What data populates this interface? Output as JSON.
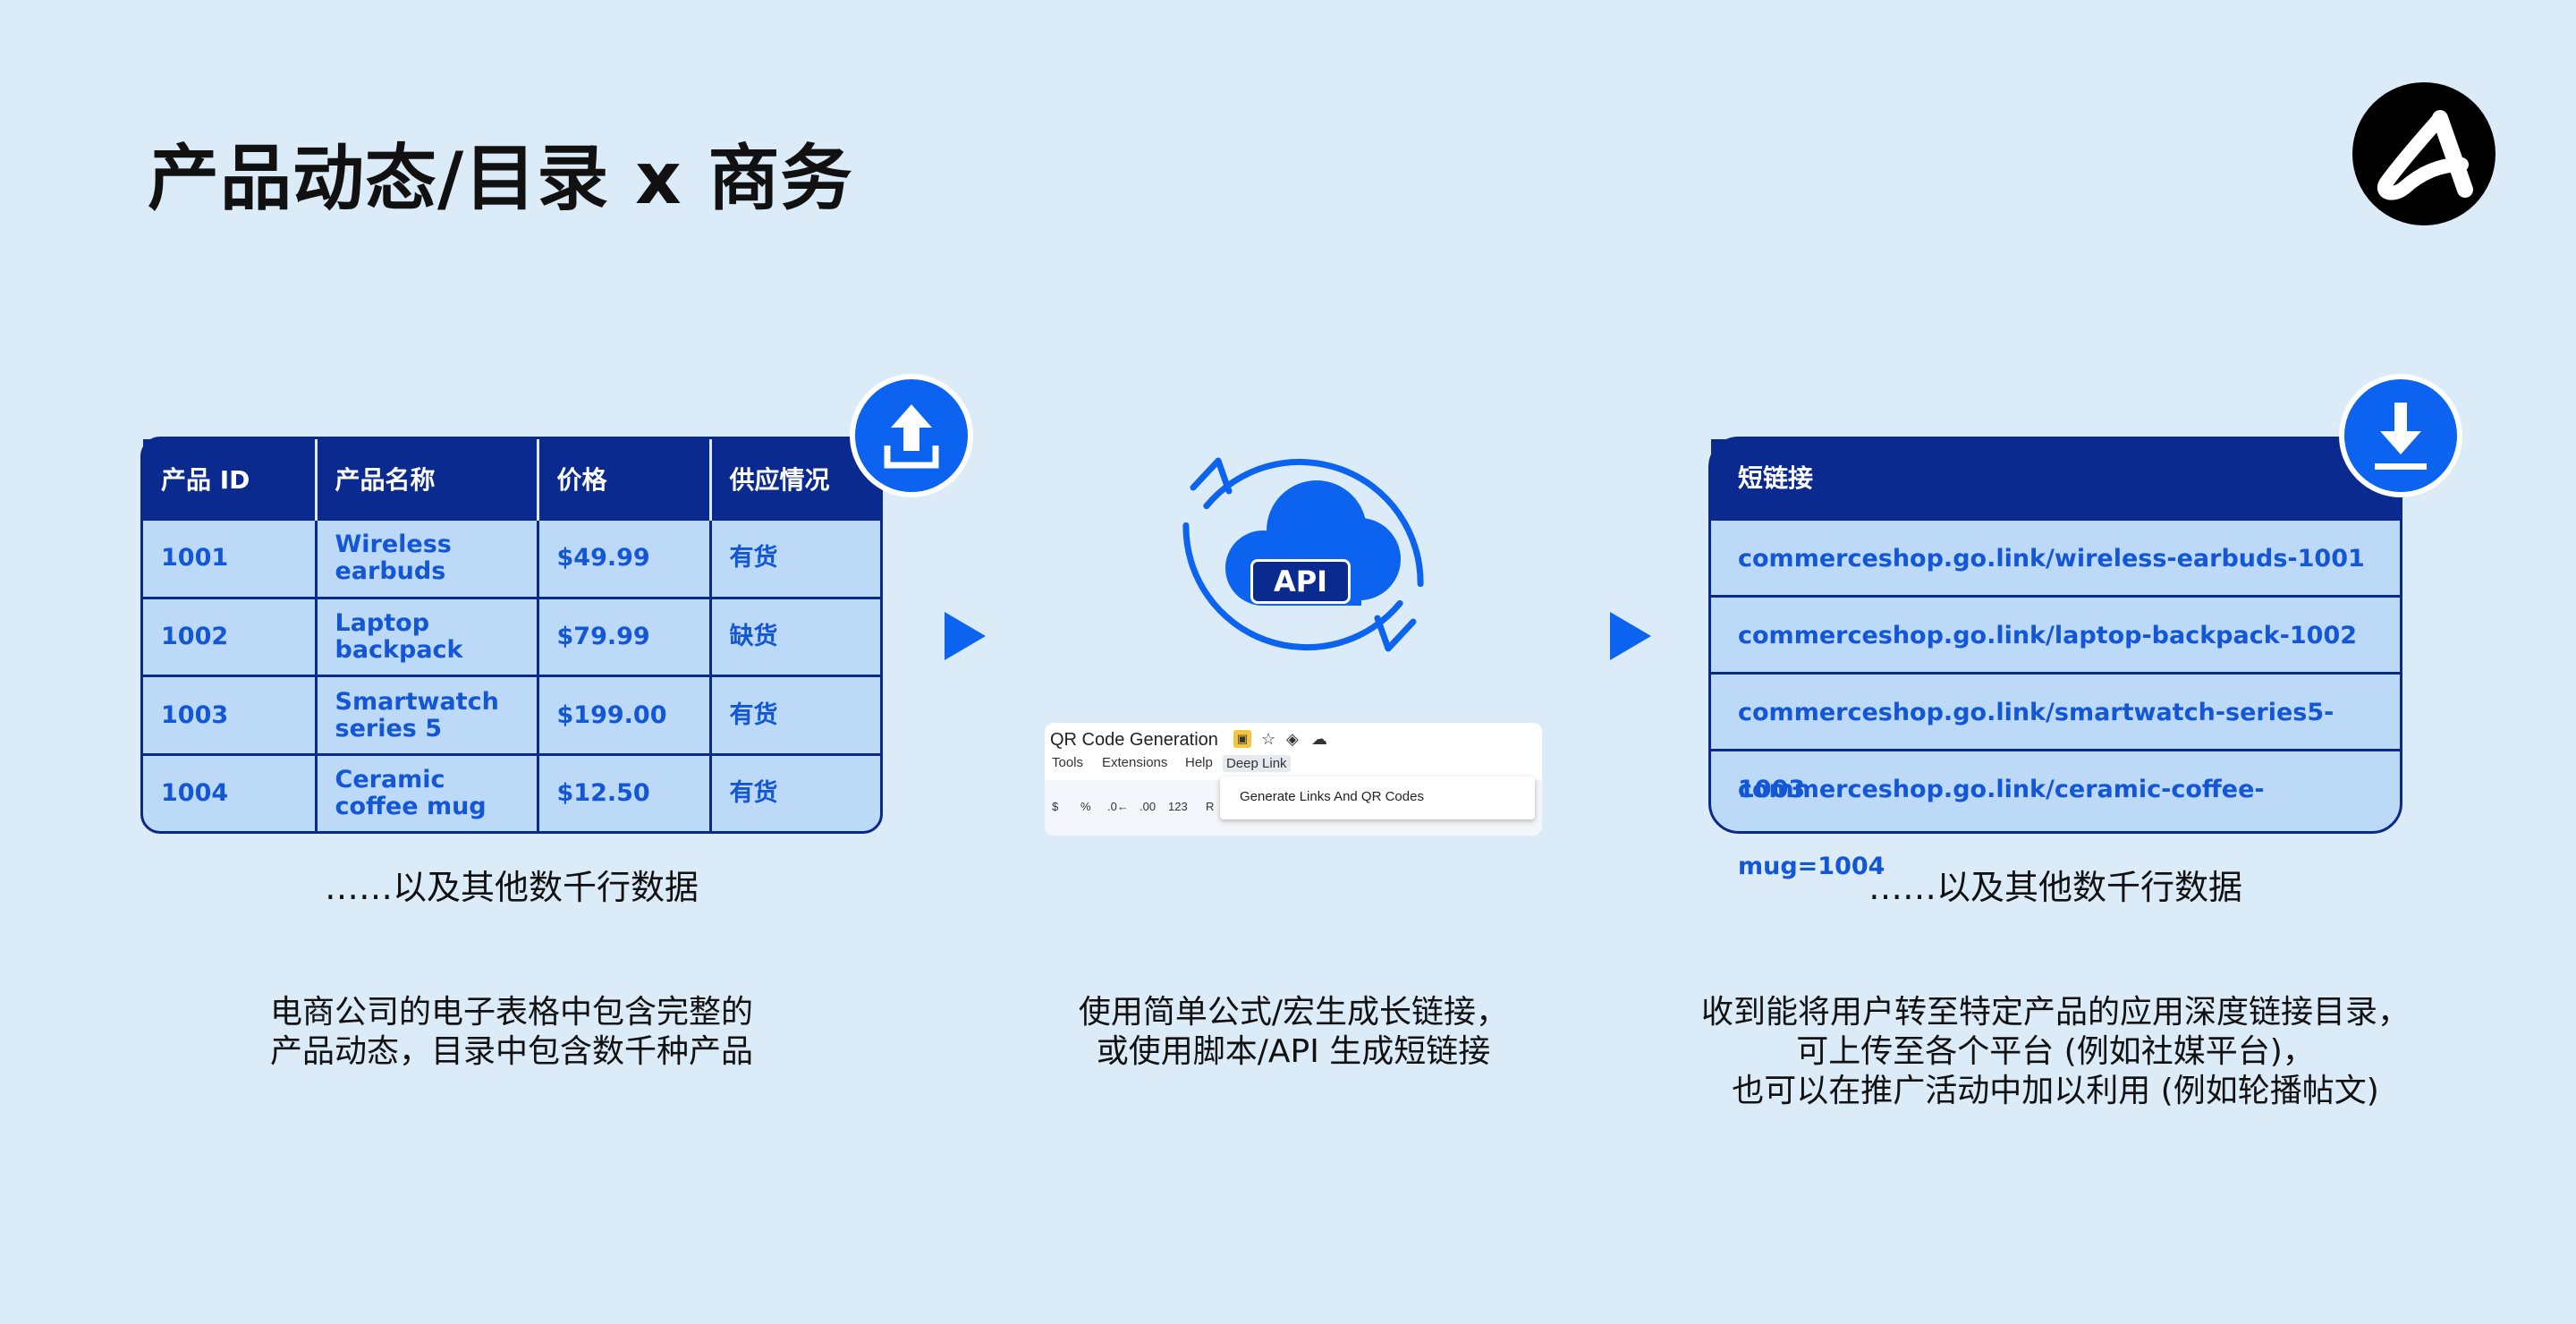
{
  "title": "产品动态/目录 x 商务",
  "product_table": {
    "headers": [
      "产品 ID",
      "产品名称",
      "价格",
      "供应情况"
    ],
    "rows": [
      {
        "id": "1001",
        "name": "Wireless earbuds",
        "price": "$49.99",
        "stock": "有货"
      },
      {
        "id": "1002",
        "name": "Laptop backpack",
        "price": "$79.99",
        "stock": "缺货"
      },
      {
        "id": "1003",
        "name": "Smartwatch series 5",
        "price": "$199.00",
        "stock": "有货"
      },
      {
        "id": "1004",
        "name": "Ceramic coffee mug",
        "price": "$12.50",
        "stock": "有货"
      }
    ]
  },
  "left_note": "……以及其他数千行数据",
  "left_desc": [
    "电商公司的电子表格中包含完整的",
    "产品动态，目录中包含数千种产品"
  ],
  "cloud": {
    "label": "API"
  },
  "sheet": {
    "doc_title": "QR Code  Generation",
    "menus": [
      "Tools",
      "Extensions",
      "Help",
      "Deep Link"
    ],
    "toolbar": [
      "$",
      "%",
      ".0←",
      ".00",
      "123",
      "R"
    ],
    "dropdown_item": "Generate Links And QR Codes"
  },
  "middle_desc": [
    "使用简单公式/宏生成长链接，",
    "或使用脚本/API 生成短链接"
  ],
  "link_table": {
    "header": "短链接",
    "rows": [
      "commerceshop.go.link/wireless-earbuds-1001",
      "commerceshop.go.link/laptop-backpack-1002",
      "commerceshop.go.link/smartwatch-series5-1003",
      "commerceshop.go.link/ceramic-coffee-mug=1004"
    ]
  },
  "right_note": "……以及其他数千行数据",
  "right_desc": [
    "收到能将用户转至特定产品的应用深度链接目录，",
    "可上传至各个平台 (例如社媒平台)，",
    "也可以在推广活动中加以利用 (例如轮播帖文)"
  ],
  "colors": {
    "background": "#dcebf8",
    "accent": "#0b63f0",
    "navy": "#0a2a8f",
    "row": "#bcd9f7",
    "link_text": "#1457d6"
  }
}
